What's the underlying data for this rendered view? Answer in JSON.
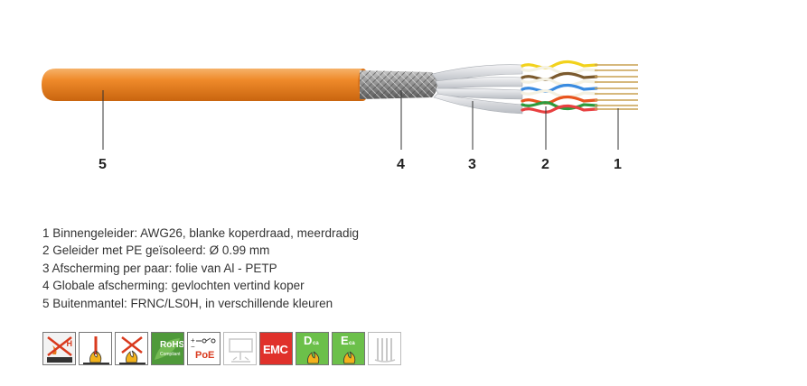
{
  "callouts": [
    "5",
    "4",
    "3",
    "2",
    "1"
  ],
  "legend": [
    "1 Binnengeleider: AWG26, blanke koperdraad, meerdradig",
    "2 Geleider met PE geïsoleerd: Ø 0.99 mm",
    "3 Afscherming per paar: folie van Al - PETP",
    "4 Globale afscherming: gevlochten vertind koper",
    "5 Buitenmantel: FRNC/LS0H, in verschillende kleuren"
  ],
  "badges": [
    {
      "name": "halogen-free-icon",
      "text": "H"
    },
    {
      "name": "flame-retardant-icon",
      "text": ""
    },
    {
      "name": "no-flame-propagation-icon",
      "text": ""
    },
    {
      "name": "rohs-icon",
      "text": "RoHS",
      "sub": "Compliant"
    },
    {
      "name": "poe-icon",
      "text": "PoE"
    },
    {
      "name": "outdoor-cable-icon",
      "text": ""
    },
    {
      "name": "emc-icon",
      "text": "EMC"
    },
    {
      "name": "cpr-dca-icon",
      "text": "D",
      "sub": "ca"
    },
    {
      "name": "cpr-eca-icon",
      "text": "E",
      "sub": "ca"
    },
    {
      "name": "cable-bundle-icon",
      "text": ""
    }
  ],
  "colors": {
    "jacket": "#e87e1e",
    "braid": "#8a8a8a",
    "copper": "#c9a050",
    "pairs": [
      "#f2d21c",
      "#7b5a2e",
      "#3a8be0",
      "#e8541e",
      "#2e9a3c",
      "#e84040"
    ]
  }
}
